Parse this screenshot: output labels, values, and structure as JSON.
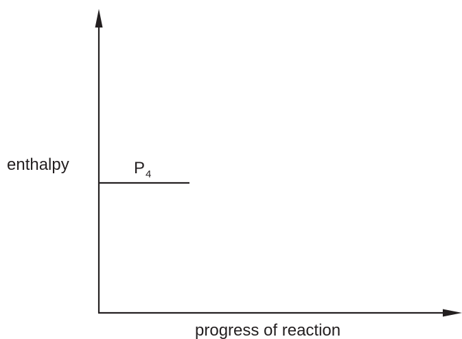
{
  "axes": {
    "y_label": "enthalpy",
    "x_label": "progress of reaction"
  },
  "level": {
    "species": "P",
    "subscript": "4"
  },
  "colors": {
    "ink": "#231f20"
  }
}
